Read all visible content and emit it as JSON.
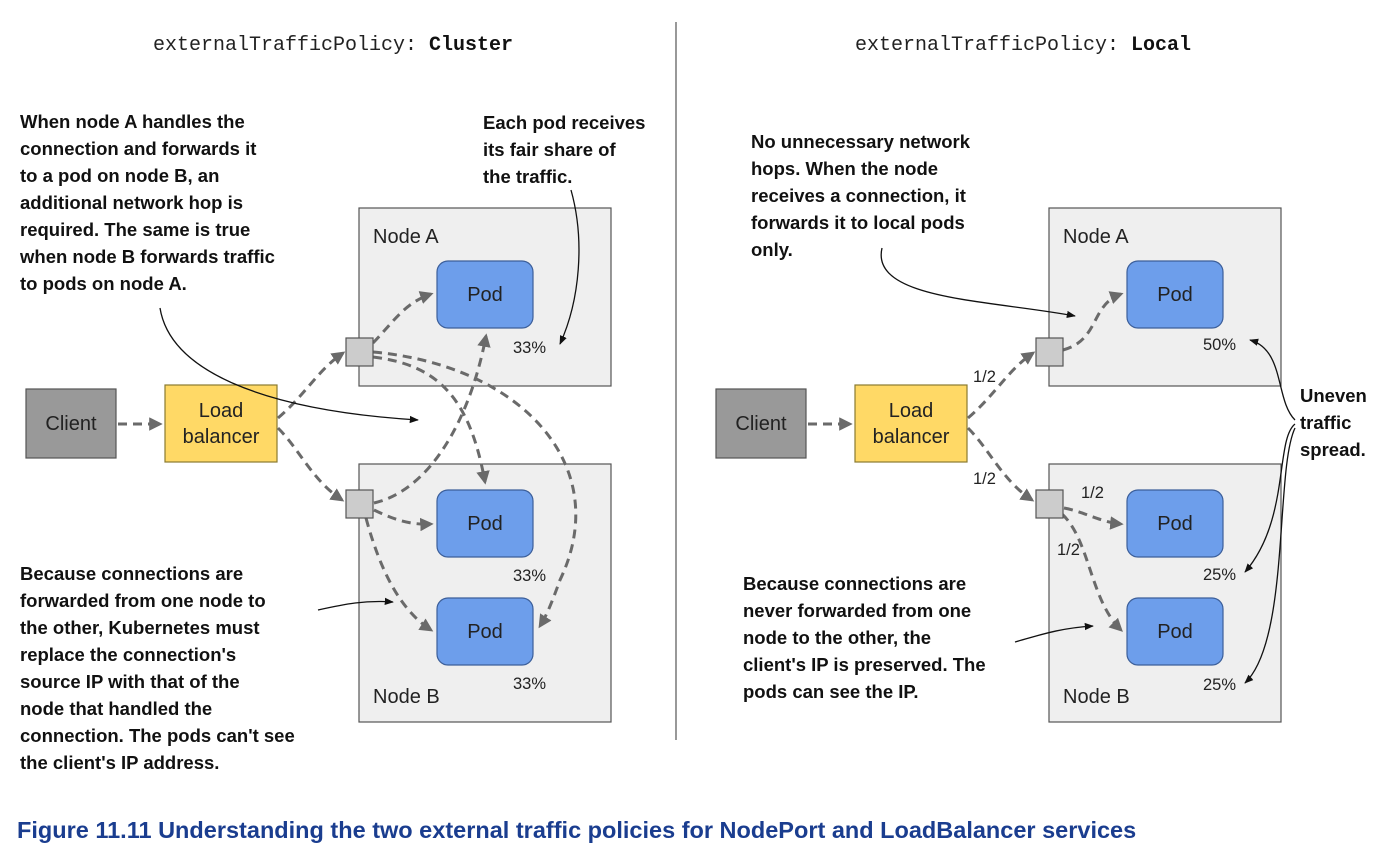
{
  "caption": "Figure 11.11 Understanding the two external traffic policies for NodePort and LoadBalancer services",
  "left": {
    "title_prefix": "externalTrafficPolicy: ",
    "title_value": "Cluster",
    "client": "Client",
    "lb_line1": "Load",
    "lb_line2": "balancer",
    "node_a": "Node A",
    "node_b": "Node B",
    "pod": "Pod",
    "pct_pod1": "33%",
    "pct_pod2": "33%",
    "pct_pod3": "33%",
    "annotation_top": [
      "When node A handles the",
      "connection and forwards it",
      "to a pod on node B, an",
      "additional network hop is",
      "required. The same is true",
      "when node B forwards traffic",
      "to pods on node A."
    ],
    "annotation_share": [
      "Each pod receives",
      "its fair share of",
      "the traffic."
    ],
    "annotation_bottom": [
      "Because connections are",
      "forwarded from one node to",
      "the other, Kubernetes must",
      "replace the connection's",
      "source IP with that of the",
      "node that handled the",
      "connection. The pods can't see",
      "the client's IP address."
    ]
  },
  "right": {
    "title_prefix": "externalTrafficPolicy: ",
    "title_value": "Local",
    "client": "Client",
    "lb_line1": "Load",
    "lb_line2": "balancer",
    "node_a": "Node A",
    "node_b": "Node B",
    "pod": "Pod",
    "pct_pod1": "50%",
    "pct_pod2": "25%",
    "pct_pod3": "25%",
    "frac_lb_a": "1/2",
    "frac_lb_b": "1/2",
    "frac_b_pod2": "1/2",
    "frac_b_pod3": "1/2",
    "annotation_top": [
      "No unnecessary network",
      "hops. When the node",
      "receives a connection, it",
      "forwards it to local pods",
      "only."
    ],
    "annotation_bottom": [
      "Because connections are",
      "never forwarded from one",
      "node to the other, the",
      "client's IP is preserved. The",
      "pods can see the IP."
    ],
    "annotation_uneven": [
      "Uneven",
      "traffic",
      "spread."
    ]
  },
  "colors": {
    "pod": "#6d9eeb",
    "load_balancer": "#ffd966",
    "client": "#999999",
    "node": "#efefef",
    "caption": "#1a3d8f"
  }
}
